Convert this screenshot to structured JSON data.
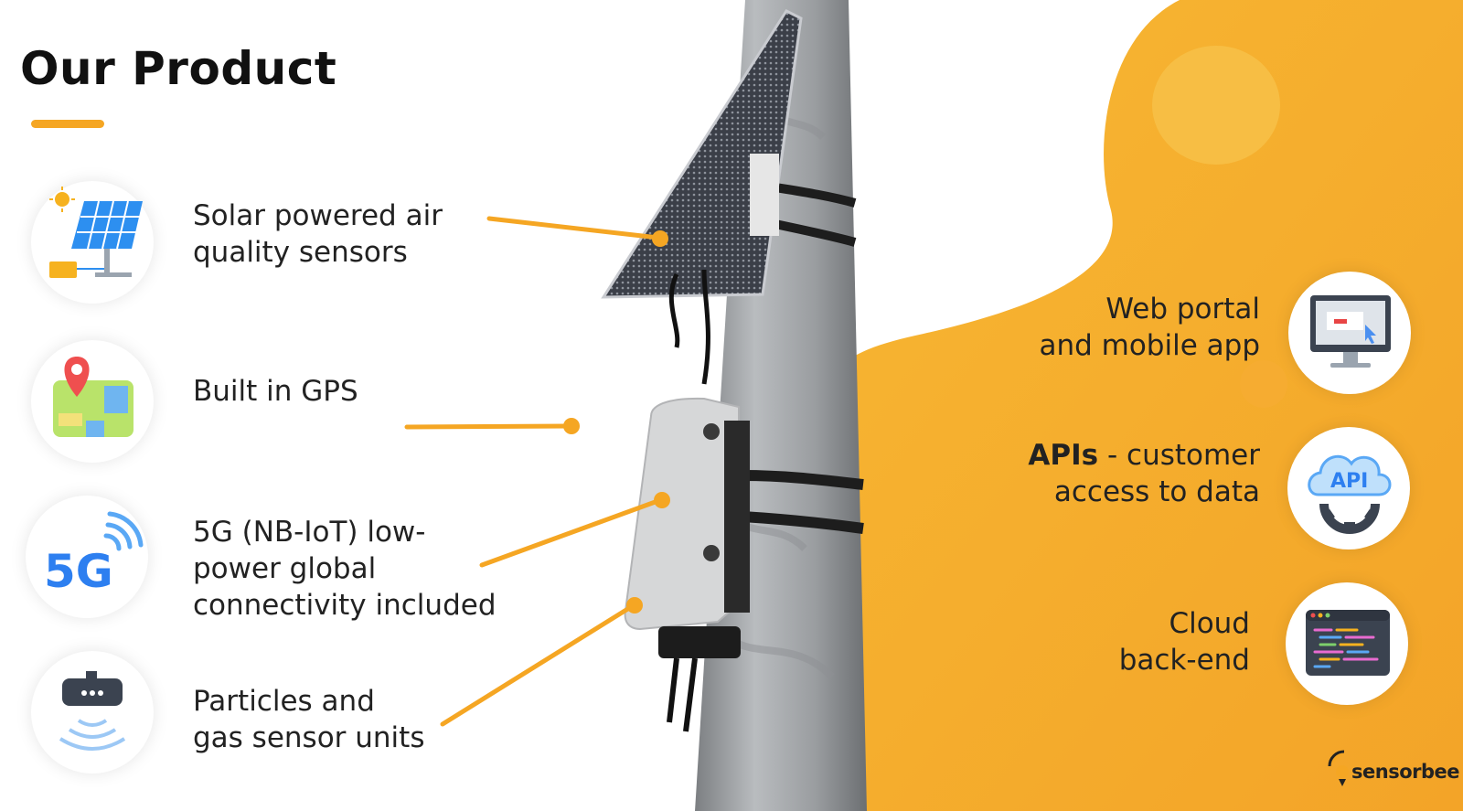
{
  "slide": {
    "title": "Our Product",
    "accent_color": "#f5a623"
  },
  "left_features": [
    {
      "icon": "solar-panel-icon",
      "lines": [
        "Solar powered air",
        "quality sensors"
      ]
    },
    {
      "icon": "map-pin-icon",
      "lines": [
        "Built in GPS"
      ]
    },
    {
      "icon": "5g-signal-icon",
      "lines": [
        "5G (NB-IoT) low-",
        "power global",
        "connectivity included"
      ]
    },
    {
      "icon": "sensor-device-icon",
      "lines": [
        "Particles and",
        "gas sensor units"
      ]
    }
  ],
  "right_features": [
    {
      "icon": "monitor-icon",
      "lines": [
        "Web portal",
        "and mobile app"
      ]
    },
    {
      "icon": "api-cloud-icon",
      "bold": "APIs",
      "line1_rest": " - customer",
      "line2": "access to data"
    },
    {
      "icon": "code-window-icon",
      "lines": [
        "Cloud",
        "back-end"
      ]
    }
  ],
  "logo": {
    "text": "sensorbee",
    "icon": "sensorbee-logo-icon"
  }
}
